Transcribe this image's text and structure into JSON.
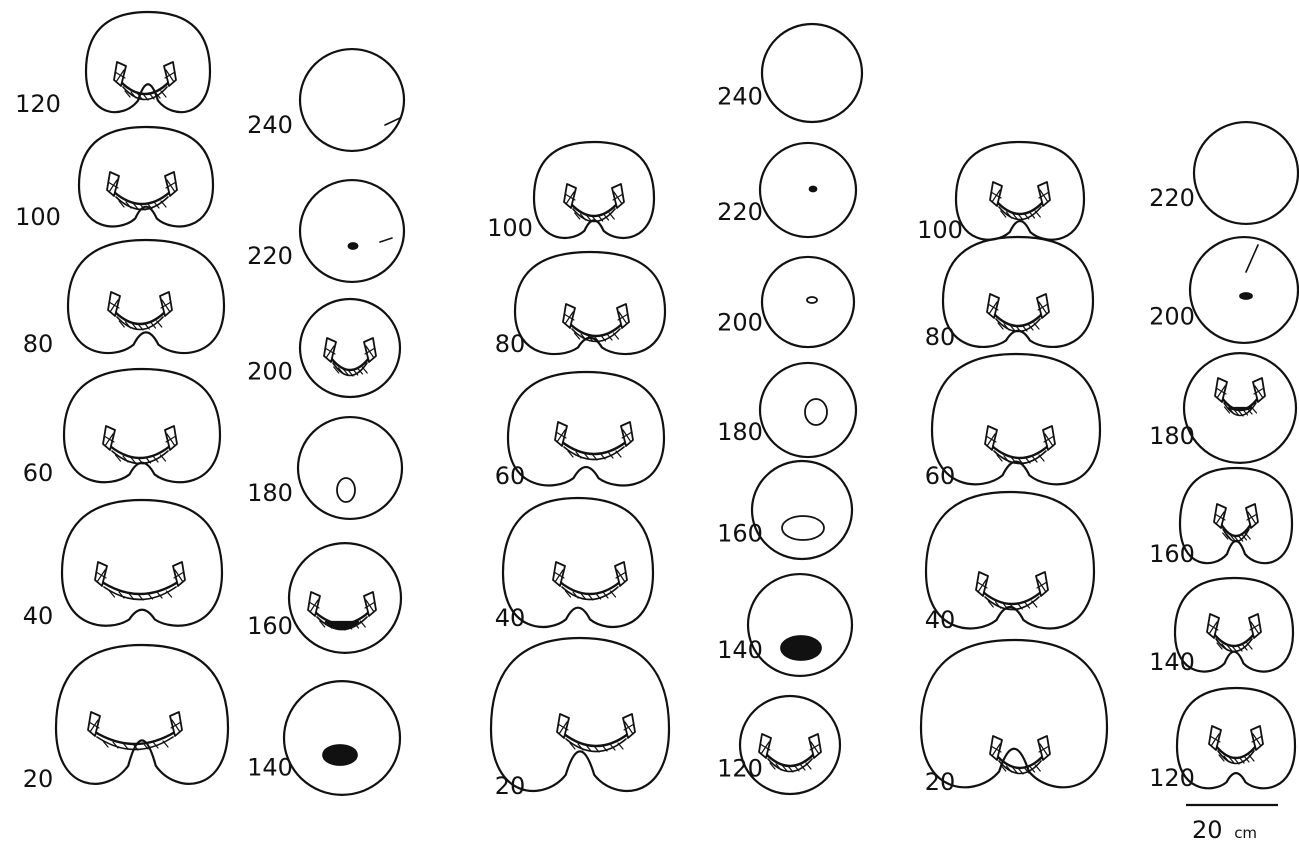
{
  "columns": [
    {
      "id": "col1",
      "labels": [
        "120",
        "100",
        "80",
        "60",
        "40",
        "20"
      ]
    },
    {
      "id": "col2",
      "labels": [
        "240",
        "220",
        "200",
        "180",
        "160",
        "140"
      ]
    },
    {
      "id": "col3",
      "labels": [
        "100",
        "80",
        "60",
        "40",
        "20"
      ]
    },
    {
      "id": "col4",
      "labels": [
        "240",
        "220",
        "200",
        "180",
        "160",
        "140",
        "120"
      ]
    },
    {
      "id": "col5",
      "labels": [
        "100",
        "80",
        "60",
        "40",
        "20"
      ]
    },
    {
      "id": "col6",
      "labels": [
        "220",
        "200",
        "180",
        "160",
        "140",
        "120"
      ]
    }
  ],
  "scale_bar": {
    "value": "20",
    "unit": "cm"
  }
}
